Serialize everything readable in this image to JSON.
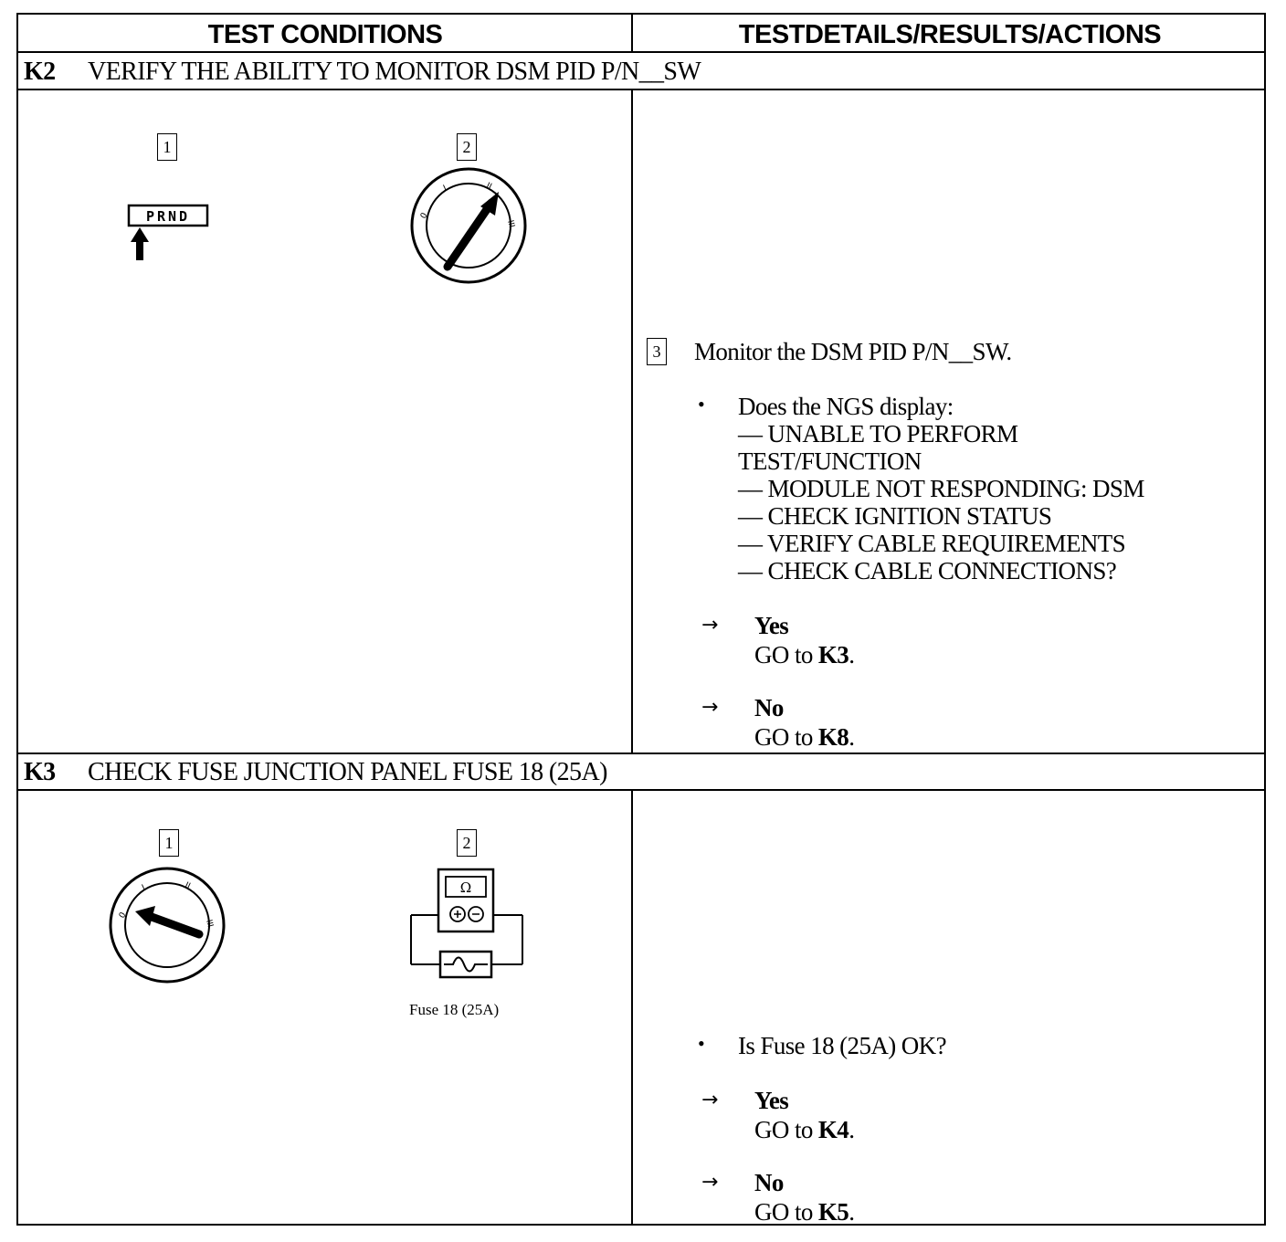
{
  "header": {
    "left": "TEST CONDITIONS",
    "right": "TESTDETAILS/RESULTS/ACTIONS"
  },
  "k2": {
    "code": "K2",
    "title": "VERIFY THE ABILITY TO MONITOR DSM PID P/N__SW",
    "step1_label": "1",
    "step2_label": "2",
    "prnd_label": "PRND",
    "ignition_positions": [
      "0",
      "I",
      "II",
      "III"
    ],
    "step3_label": "3",
    "step3_text": "Monitor the DSM PID P/N__SW.",
    "question_lines": [
      "Does the NGS display:",
      "— UNABLE TO PERFORM",
      "TEST/FUNCTION",
      "— MODULE NOT RESPONDING: DSM",
      "— CHECK IGNITION STATUS",
      "— VERIFY CABLE REQUIREMENTS",
      "— CHECK CABLE CONNECTIONS?"
    ],
    "yes": {
      "answer": "Yes",
      "go_prefix": "GO to",
      "target": "K3",
      "suffix": "."
    },
    "no": {
      "answer": "No",
      "go_prefix": "GO to",
      "target": "K8",
      "suffix": "."
    }
  },
  "k3": {
    "code": "K3",
    "title": "CHECK FUSE JUNCTION PANEL FUSE 18 (25A)",
    "step1_label": "1",
    "step2_label": "2",
    "ignition_positions": [
      "0",
      "I",
      "II",
      "III"
    ],
    "meter_symbol": "Ω",
    "fuse_caption": "Fuse 18 (25A)",
    "question": "Is Fuse 18 (25A) OK?",
    "yes": {
      "answer": "Yes",
      "go_prefix": "GO to",
      "target": "K4",
      "suffix": "."
    },
    "no": {
      "answer": "No",
      "go_prefix": "GO to",
      "target": "K5",
      "suffix": "."
    }
  },
  "colors": {
    "ink": "#000000",
    "paper": "#ffffff"
  }
}
